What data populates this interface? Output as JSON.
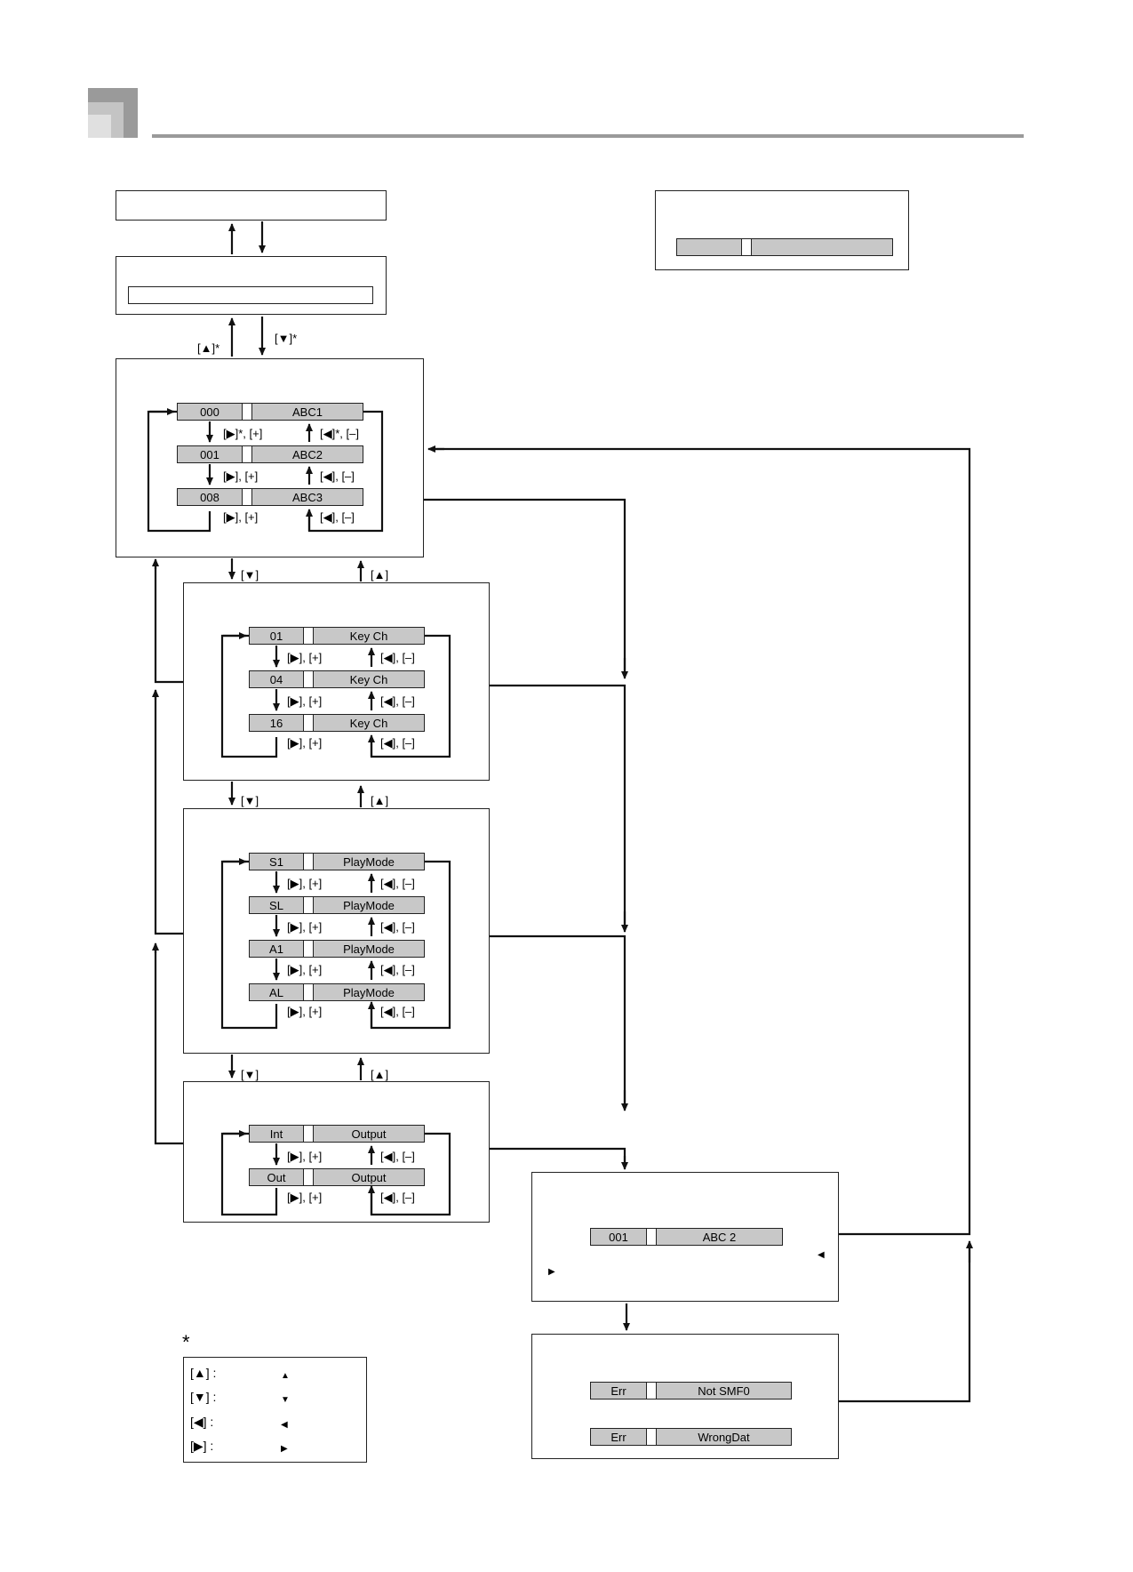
{
  "header": {
    "corner_block_colors": [
      "#9a9a9a",
      "#c4c4c4",
      "#e0e0e0"
    ],
    "rule_color": "#9a9a9a"
  },
  "nav_labels": {
    "up_star": "[▲]*",
    "down_star": "[▼]*",
    "down": "[▼]",
    "up": "[▲]"
  },
  "song_block": {
    "rows": [
      {
        "left": "000",
        "right": "ABC1"
      },
      {
        "left": "001",
        "right": "ABC2"
      },
      {
        "left": "008",
        "right": "ABC3"
      }
    ],
    "fwd_labels": [
      "[▶]*, [+]",
      "[▶], [+]",
      "[▶], [+]"
    ],
    "back_labels": [
      "[◀]*, [–]",
      "[◀], [–]",
      "[◀], [–]"
    ]
  },
  "keych_block": {
    "rows": [
      {
        "left": "01",
        "right": "Key  Ch"
      },
      {
        "left": "04",
        "right": "Key  Ch"
      },
      {
        "left": "16",
        "right": "Key  Ch"
      }
    ],
    "fwd_labels": [
      "[▶], [+]",
      "[▶], [+]",
      "[▶], [+]"
    ],
    "back_labels": [
      "[◀], [–]",
      "[◀], [–]",
      "[◀], [–]"
    ]
  },
  "playmode_block": {
    "rows": [
      {
        "left": "S1",
        "right": "PlayMode"
      },
      {
        "left": "SL",
        "right": "PlayMode"
      },
      {
        "left": "A1",
        "right": "PlayMode"
      },
      {
        "left": "AL",
        "right": "PlayMode"
      }
    ],
    "fwd_labels": [
      "[▶], [+]",
      "[▶], [+]",
      "[▶], [+]",
      "[▶], [+]"
    ],
    "back_labels": [
      "[◀], [–]",
      "[◀], [–]",
      "[◀], [–]",
      "[◀], [–]"
    ]
  },
  "output_block": {
    "rows": [
      {
        "left": "Int",
        "right": "Output"
      },
      {
        "left": "Out",
        "right": "Output"
      }
    ],
    "fwd_labels": [
      "[▶], [+]",
      "[▶], [+]"
    ],
    "back_labels": [
      "[◀], [–]",
      "[◀], [–]"
    ]
  },
  "play_block": {
    "row": {
      "left": "001",
      "right": "ABC 2"
    },
    "left_mark": "▶",
    "right_mark": "◀"
  },
  "error_block": {
    "rows": [
      {
        "left": "Err",
        "right": "Not  SMF0"
      },
      {
        "left": "Err",
        "right": "WrongDat"
      }
    ]
  },
  "legend": {
    "asterisk": "*",
    "rows": [
      {
        "key": "[▲] :",
        "symbol": "▲"
      },
      {
        "key": "[▼] :",
        "symbol": "▼"
      },
      {
        "key": "[◀] :",
        "symbol": "◀"
      },
      {
        "key": "[▶] :",
        "symbol": "▶"
      }
    ]
  }
}
